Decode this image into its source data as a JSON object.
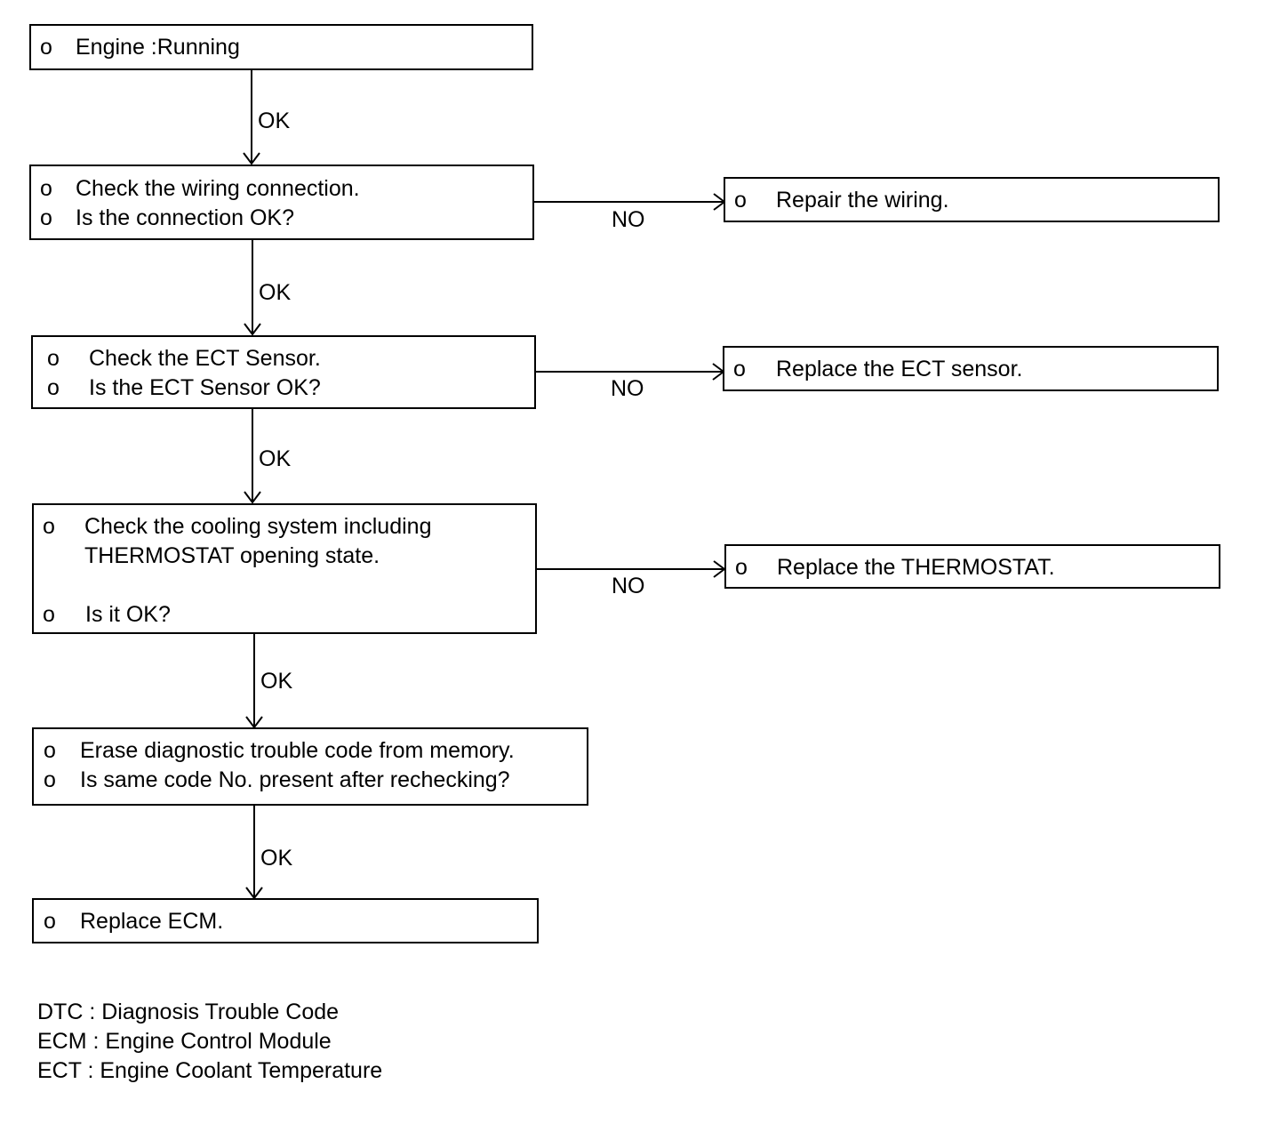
{
  "bullet": "o",
  "nodes": {
    "start": {
      "lines": [
        "Engine :Running"
      ]
    },
    "check_wiring": {
      "lines": [
        "Check the wiring connection.",
        "Is the connection OK?"
      ]
    },
    "repair_wiring": {
      "lines": [
        "Repair the wiring."
      ]
    },
    "check_ect": {
      "lines": [
        "Check the ECT Sensor.",
        "Is the ECT Sensor OK?"
      ]
    },
    "replace_ect": {
      "lines": [
        "Replace the ECT sensor."
      ]
    },
    "check_cooling": {
      "lines": [
        "Check the cooling system including",
        "THERMOSTAT opening state.",
        "Is it OK?"
      ]
    },
    "replace_thermostat": {
      "lines": [
        "Replace the THERMOSTAT."
      ]
    },
    "erase_dtc": {
      "lines": [
        "Erase diagnostic trouble code from memory.",
        "Is same code No. present after rechecking?"
      ]
    },
    "replace_ecm": {
      "lines": [
        "Replace ECM."
      ]
    }
  },
  "edge_labels": {
    "ok": "OK",
    "no": "NO"
  },
  "legend": [
    "DTC : Diagnosis Trouble Code",
    "ECM : Engine Control Module",
    "ECT : Engine Coolant Temperature"
  ]
}
